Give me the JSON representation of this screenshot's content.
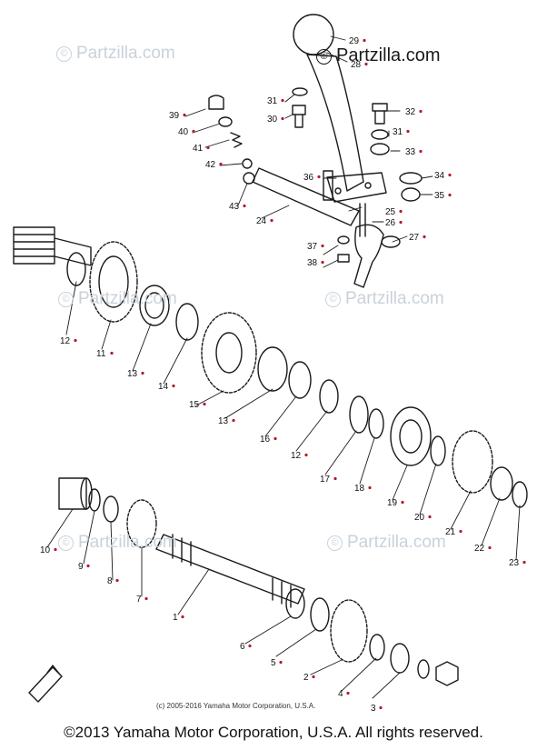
{
  "watermark": {
    "symbol": "©",
    "brand": "Partzilla.com"
  },
  "inner_copyright": "(c) 2005-2016 Yamaha Motor Corporation, U.S.A.",
  "footer": "©2013 Yamaha Motor Corporation, U.S.A. All rights reserved.",
  "part_labels": [
    "1",
    "2",
    "3",
    "4",
    "5",
    "6",
    "7",
    "8",
    "9",
    "10",
    "11",
    "12",
    "12",
    "13",
    "13",
    "14",
    "15",
    "16",
    "17",
    "18",
    "19",
    "20",
    "21",
    "22",
    "23",
    "24",
    "25",
    "26",
    "27",
    "28",
    "29",
    "30",
    "31",
    "31",
    "32",
    "33",
    "34",
    "35",
    "36",
    "37",
    "38",
    "39",
    "40",
    "41",
    "42",
    "43"
  ],
  "colors": {
    "line": "#1a1a1a",
    "marker": "#b11b2a",
    "watermark": "#c9d2da"
  },
  "icons": [
    "front-arrow-icon"
  ]
}
